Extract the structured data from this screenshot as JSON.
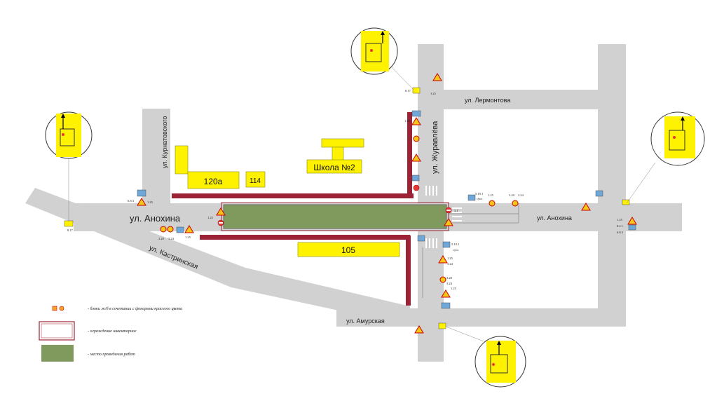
{
  "streets": {
    "anokhina_left": "ул. Анохина",
    "anokhina_right": "ул. Анохина",
    "kurnatovskogo": "ул. Курнатовского",
    "kastrinskaya": "ул. Кастринская",
    "zhuravleva": "ул. Журавлёва",
    "lermontova": "ул. Лермонтова",
    "amurskaya": "ул. Амурская"
  },
  "buildings": {
    "b120a": "120а",
    "b114": "114",
    "school": "Школа №2",
    "b105": "105"
  },
  "sign_codes": {
    "a": "1.25",
    "b": "3.24",
    "c": "3.20",
    "d": "5.19.1",
    "e": "суш.",
    "f": "8.2.1",
    "g": "6.8.3",
    "h": "8.17",
    "i": "3.1"
  },
  "legend": {
    "item1": "- блоки ж/б в сочетании с фонарями красного цвета",
    "item2": "- ограждение инвентарное",
    "item3": "- место проведения работ"
  },
  "colors": {
    "road": "#d1d1d1",
    "building": "#fff200",
    "barrier": "#9b2335",
    "work_zone": "#7f9a5c",
    "sign_blue": "#6fa8d8"
  }
}
